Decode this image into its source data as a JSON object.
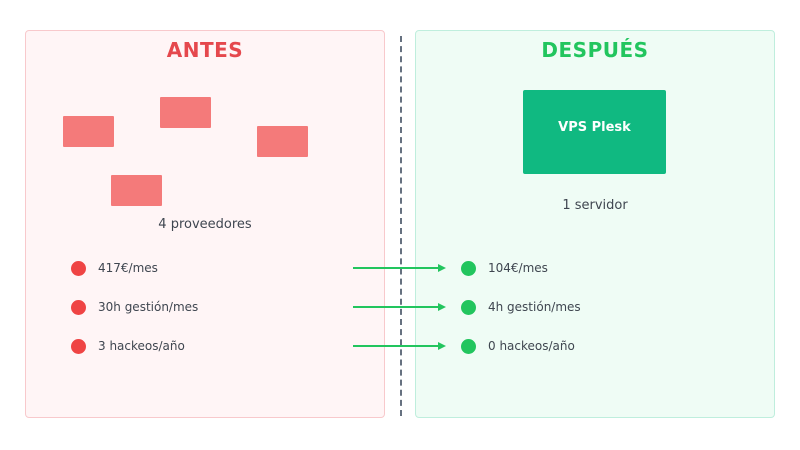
{
  "before": {
    "title": "ANTES",
    "caption": "4 proveedores",
    "color": "#e5484d",
    "metrics": [
      "417€/mes",
      "30h gestión/mes",
      "3 hackeos/año"
    ]
  },
  "after": {
    "title": "DESPUÉS",
    "caption": "1 servidor",
    "color": "#22c55e",
    "server_label": "VPS Plesk",
    "metrics": [
      "104€/mes",
      "4h gestión/mes",
      "0 hackeos/año"
    ]
  },
  "colors": {
    "provider_box": "#f47a7a",
    "server_box": "#10b981",
    "arrow": "#22c55e",
    "divider": "#667180"
  }
}
